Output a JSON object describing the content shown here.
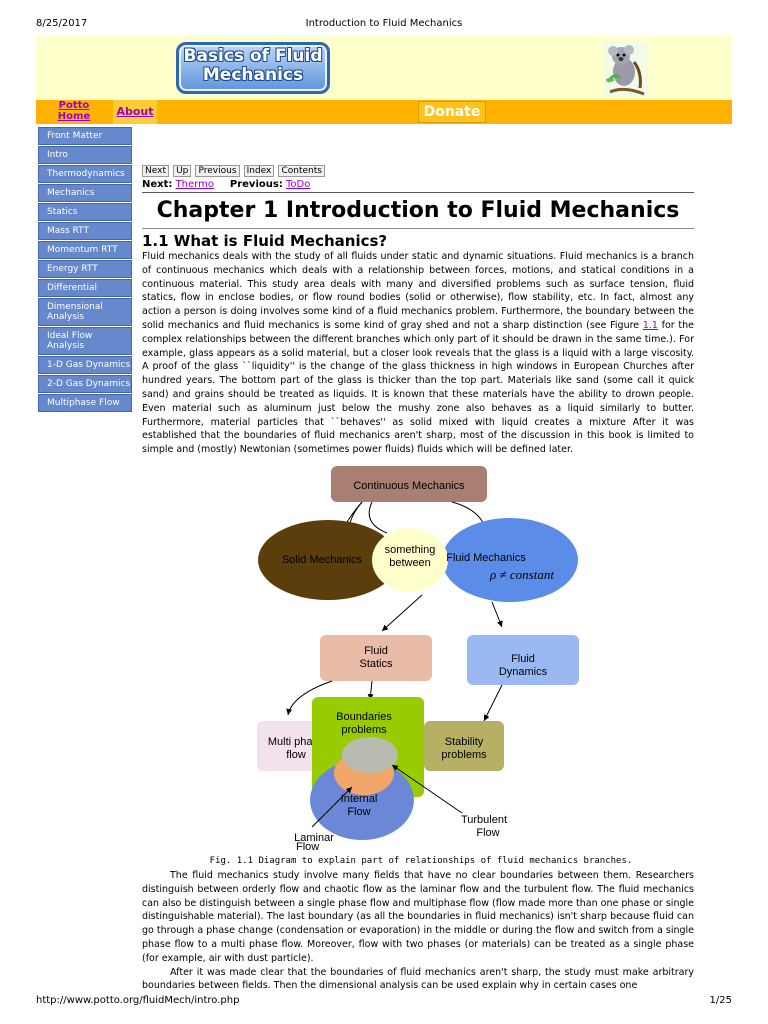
{
  "print": {
    "date": "8/25/2017",
    "doc_title": "Introduction to Fluid Mechanics",
    "url": "http://www.potto.org/fluidMech/intro.php",
    "page": "1/25"
  },
  "banner": {
    "logo_text": "Basics of Fluid Mechanics"
  },
  "nav": {
    "potto_home": "Potto Home",
    "about": "About",
    "donate": "Donate"
  },
  "sidebar": {
    "items": [
      {
        "label": "Front Matter"
      },
      {
        "label": "Intro"
      },
      {
        "label": "Thermodynamics"
      },
      {
        "label": "Mechanics"
      },
      {
        "label": "Statics"
      },
      {
        "label": "Mass RTT"
      },
      {
        "label": "Momentum RTT"
      },
      {
        "label": "Energy RTT"
      },
      {
        "label": "Differential"
      },
      {
        "label": "Dimensional Analysis"
      },
      {
        "label": "Ideal Flow Analysis"
      },
      {
        "label": "1-D Gas Dynamics"
      },
      {
        "label": "2-D Gas Dynamics"
      },
      {
        "label": "Multiphase Flow"
      }
    ]
  },
  "content": {
    "buttons": [
      "Next",
      "Up",
      "Previous",
      "Index",
      "Contents"
    ],
    "next_label": "Next:",
    "next_link": "Thermo",
    "previous_label": "Previous:",
    "previous_link": "ToDo",
    "chapter_title": "Chapter 1 Introduction to Fluid Mechanics",
    "section_title": "1.1 What is Fluid Mechanics?",
    "para1_a": "Fluid mechanics deals with the study of all fluids under static and dynamic situations. Fluid mechanics is a branch of continuous mechanics which deals with a relationship between forces, motions, and statical conditions in a continuous material. This study area deals with many and diversified problems such as surface tension, fluid statics, flow in enclose bodies, or flow round bodies (solid or otherwise), flow stability, etc. In fact, almost any action a person is doing involves some kind of a fluid mechanics problem. Furthermore, the boundary between the solid mechanics and fluid mechanics is some kind of gray shed and not a sharp distinction (see Figure ",
    "fig_ref": "1.1",
    "para1_b": " for the complex relationships between the different branches which only part of it should be drawn in the same time.). For example, glass appears as a solid material, but a closer look reveals that the glass is a liquid with a large viscosity. A proof of the glass ``liquidity'' is the change of the glass thickness in high windows in European Churches after hundred years. The bottom part of the glass is thicker than the top part. Materials like sand (some call it quick sand) and grains should be treated as liquids. It is known that these materials have the ability to drown people. Even material such as aluminum just below the mushy zone also behaves as a liquid similarly to butter. Furthermore, material particles that ``behaves'' as solid mixed with liquid creates a mixture After it was established that the boundaries of fluid mechanics aren't sharp, most of the discussion in this book is limited to simple and (mostly) Newtonian (sometimes power fluids) fluids which will be defined later.",
    "caption": "Fig. 1.1 Diagram to explain part of relationships of fluid mechanics branches.",
    "para2": "The fluid mechanics study involve many fields that have no clear boundaries between them. Researchers distinguish between orderly flow and chaotic flow as the laminar flow and the turbulent flow. The fluid mechanics can also be distinguish between a single phase flow and multiphase flow (flow made more than one phase or single distinguishable material). The last boundary (as all the boundaries in fluid mechanics) isn't sharp because fluid can go through a phase change (condensation or evaporation) in the middle or during the flow and switch from a single phase flow to a multi phase flow. Moreover, flow with two phases (or materials) can be treated as a single phase (for example, air with dust particle).",
    "para3": "After it was made clear that the boundaries of fluid mechanics aren't sharp, the study must make arbitrary boundaries between fields. Then the dimensional analysis can be used explain why in certain cases one"
  },
  "diagram": {
    "continuous": "Continuous Mechanics",
    "solid": "Solid Mechanics",
    "something1": "something",
    "something2": "between",
    "fluid": "Fluid Mechanics",
    "rho": "ρ ≠ constant",
    "statics1": "Fluid",
    "statics2": "Statics",
    "dynamics1": "Fluid",
    "dynamics2": "Dynamics",
    "boundaries1": "Boundaries",
    "boundaries2": "problems",
    "multi1": "Multi phase",
    "multi2": "flow",
    "stability1": "Stability",
    "stability2": "problems",
    "internal1": "Internal",
    "internal2": "Flow",
    "turbulent1": "Turbulent",
    "turbulent2": "Flow",
    "laminar1": "Laminar",
    "laminar2": "Flow"
  }
}
